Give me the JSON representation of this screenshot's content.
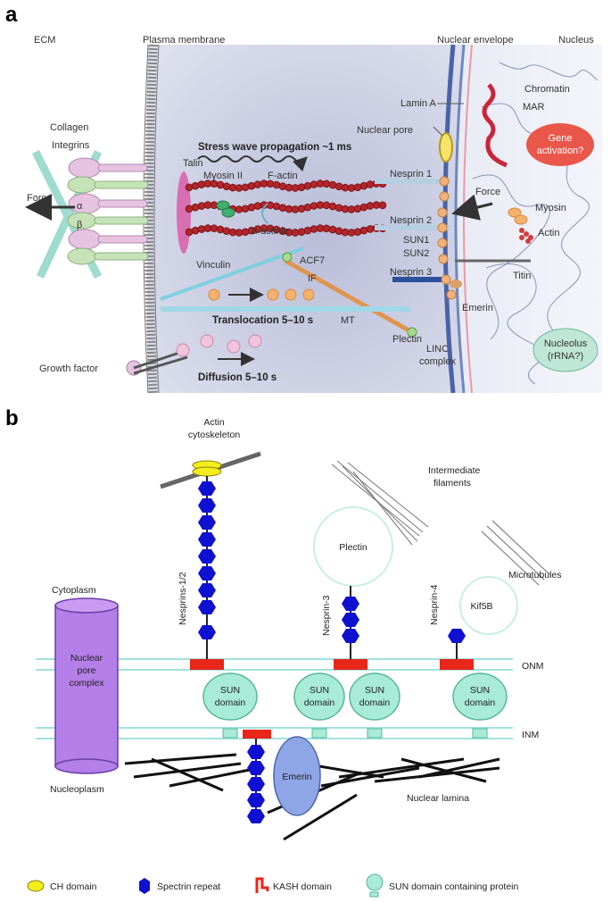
{
  "panel_a": {
    "letter": "a",
    "regions": {
      "ecm": "ECM",
      "plasma_membrane": "Plasma membrane",
      "nuclear_envelope": "Nuclear envelope",
      "nucleus": "Nucleus"
    },
    "labels": {
      "collagen": "Collagen",
      "integrins": "Integrins",
      "force_left": "Force",
      "alpha": "α",
      "beta": "β",
      "talin": "Talin",
      "myosin_ii": "Myosin II",
      "f_actin": "F-actin",
      "alpha_actinin": "α-actinin",
      "vinculin": "Vinculin",
      "acf7": "ACF7",
      "if": "IF",
      "mt": "MT",
      "plectin": "Plectin",
      "nesprin1": "Nesprin 1",
      "nesprin2": "Nesprin 2",
      "nesprin3": "Nesprin 3",
      "sun1": "SUN1",
      "sun2": "SUN2",
      "linc_1": "LINC",
      "linc_2": "complex",
      "lamin_a": "Lamin A",
      "nuclear_pore": "Nuclear pore",
      "force_right": "Force",
      "chromatin": "Chromatin",
      "mar": "MAR",
      "gene_activation_1": "Gene",
      "gene_activation_2": "activation?",
      "myosin": "Myosin",
      "actin": "Actin",
      "titin": "Titin",
      "emerin": "Emerin",
      "nucleolus_1": "Nucleolus",
      "nucleolus_2": "(rRNA?)",
      "growth_factor": "Growth factor"
    },
    "processes": {
      "stress_wave": "Stress wave propagation ~1 ms",
      "translocation": "Translocation 5–10 s",
      "diffusion": "Diffusion 5–10 s"
    }
  },
  "panel_b": {
    "letter": "b",
    "labels": {
      "actin_1": "Actin",
      "actin_2": "cytoskeleton",
      "intermediate_1": "Intermediate",
      "intermediate_2": "filaments",
      "plectin": "Plectin",
      "microtubules": "Microtubules",
      "kif5b": "Kif5B",
      "cytoplasm": "Cytoplasm",
      "npc_1": "Nuclear",
      "npc_2": "pore",
      "npc_3": "complex",
      "nucleoplasm": "Nucleoplasm",
      "nesprins12": "Nesprins-1/2",
      "nesprin3": "Nesprin-3",
      "nesprin4": "Nesprin-4",
      "onm": "ONM",
      "inm": "INM",
      "sun": "SUN",
      "domain": "domain",
      "emerin": "Emerin",
      "nuclear_lamina": "Nuclear lamina"
    },
    "legend": {
      "ch": "CH domain",
      "spectrin": "Spectrin repeat",
      "kash": "KASH domain",
      "sun": "SUN domain containing protein"
    }
  },
  "colors": {
    "spectrin": "#1010d0",
    "kash": "#e8261a",
    "sun": "#a8ebd6",
    "ch": "#f2ee1a",
    "npc": "#b47fe8",
    "emerin": "#8fa6e6",
    "membrane_b": "#9fe3df"
  }
}
